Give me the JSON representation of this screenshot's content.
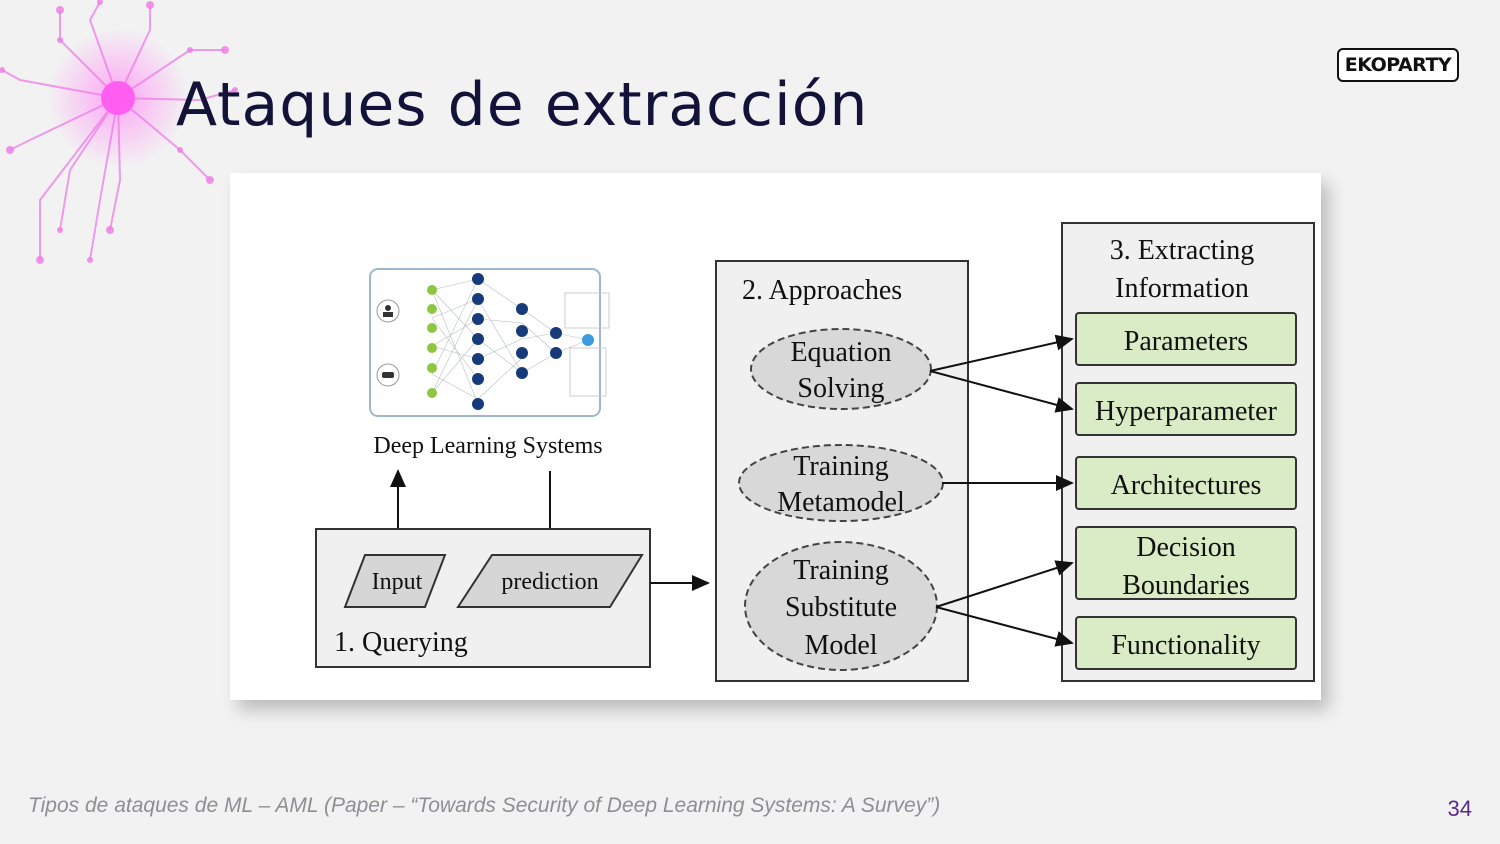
{
  "slide": {
    "title": "Ataques de extracción",
    "logo": "EKOPARTY",
    "footer": "Tipos de ataques de ML – AML (Paper – “Towards Security of Deep Learning Systems: A Survey”)",
    "page_number": "34"
  },
  "diagram": {
    "dl_label": "Deep Learning Systems",
    "querying": {
      "title": "1. Querying",
      "input": "Input",
      "prediction": "prediction"
    },
    "approaches": {
      "title": "2. Approaches",
      "items": [
        {
          "line1": "Equation",
          "line2": "Solving"
        },
        {
          "line1": "Training",
          "line2": "Metamodel"
        },
        {
          "line1": "Training",
          "line2": "Substitute",
          "line3": "Model"
        }
      ]
    },
    "extracting": {
      "title_line1": "3. Extracting",
      "title_line2": "Information",
      "items": [
        {
          "line1": "Parameters"
        },
        {
          "line1": "Hyperparameter"
        },
        {
          "line1": "Architectures"
        },
        {
          "line1": "Decision",
          "line2": "Boundaries"
        },
        {
          "line1": "Functionality"
        }
      ]
    }
  },
  "colors": {
    "title": "#13133a",
    "circuit": "#ee7ce6",
    "output_box": "#d9ecc6",
    "ellipse": "#d8d8d8",
    "page_number": "#5a2a86"
  }
}
